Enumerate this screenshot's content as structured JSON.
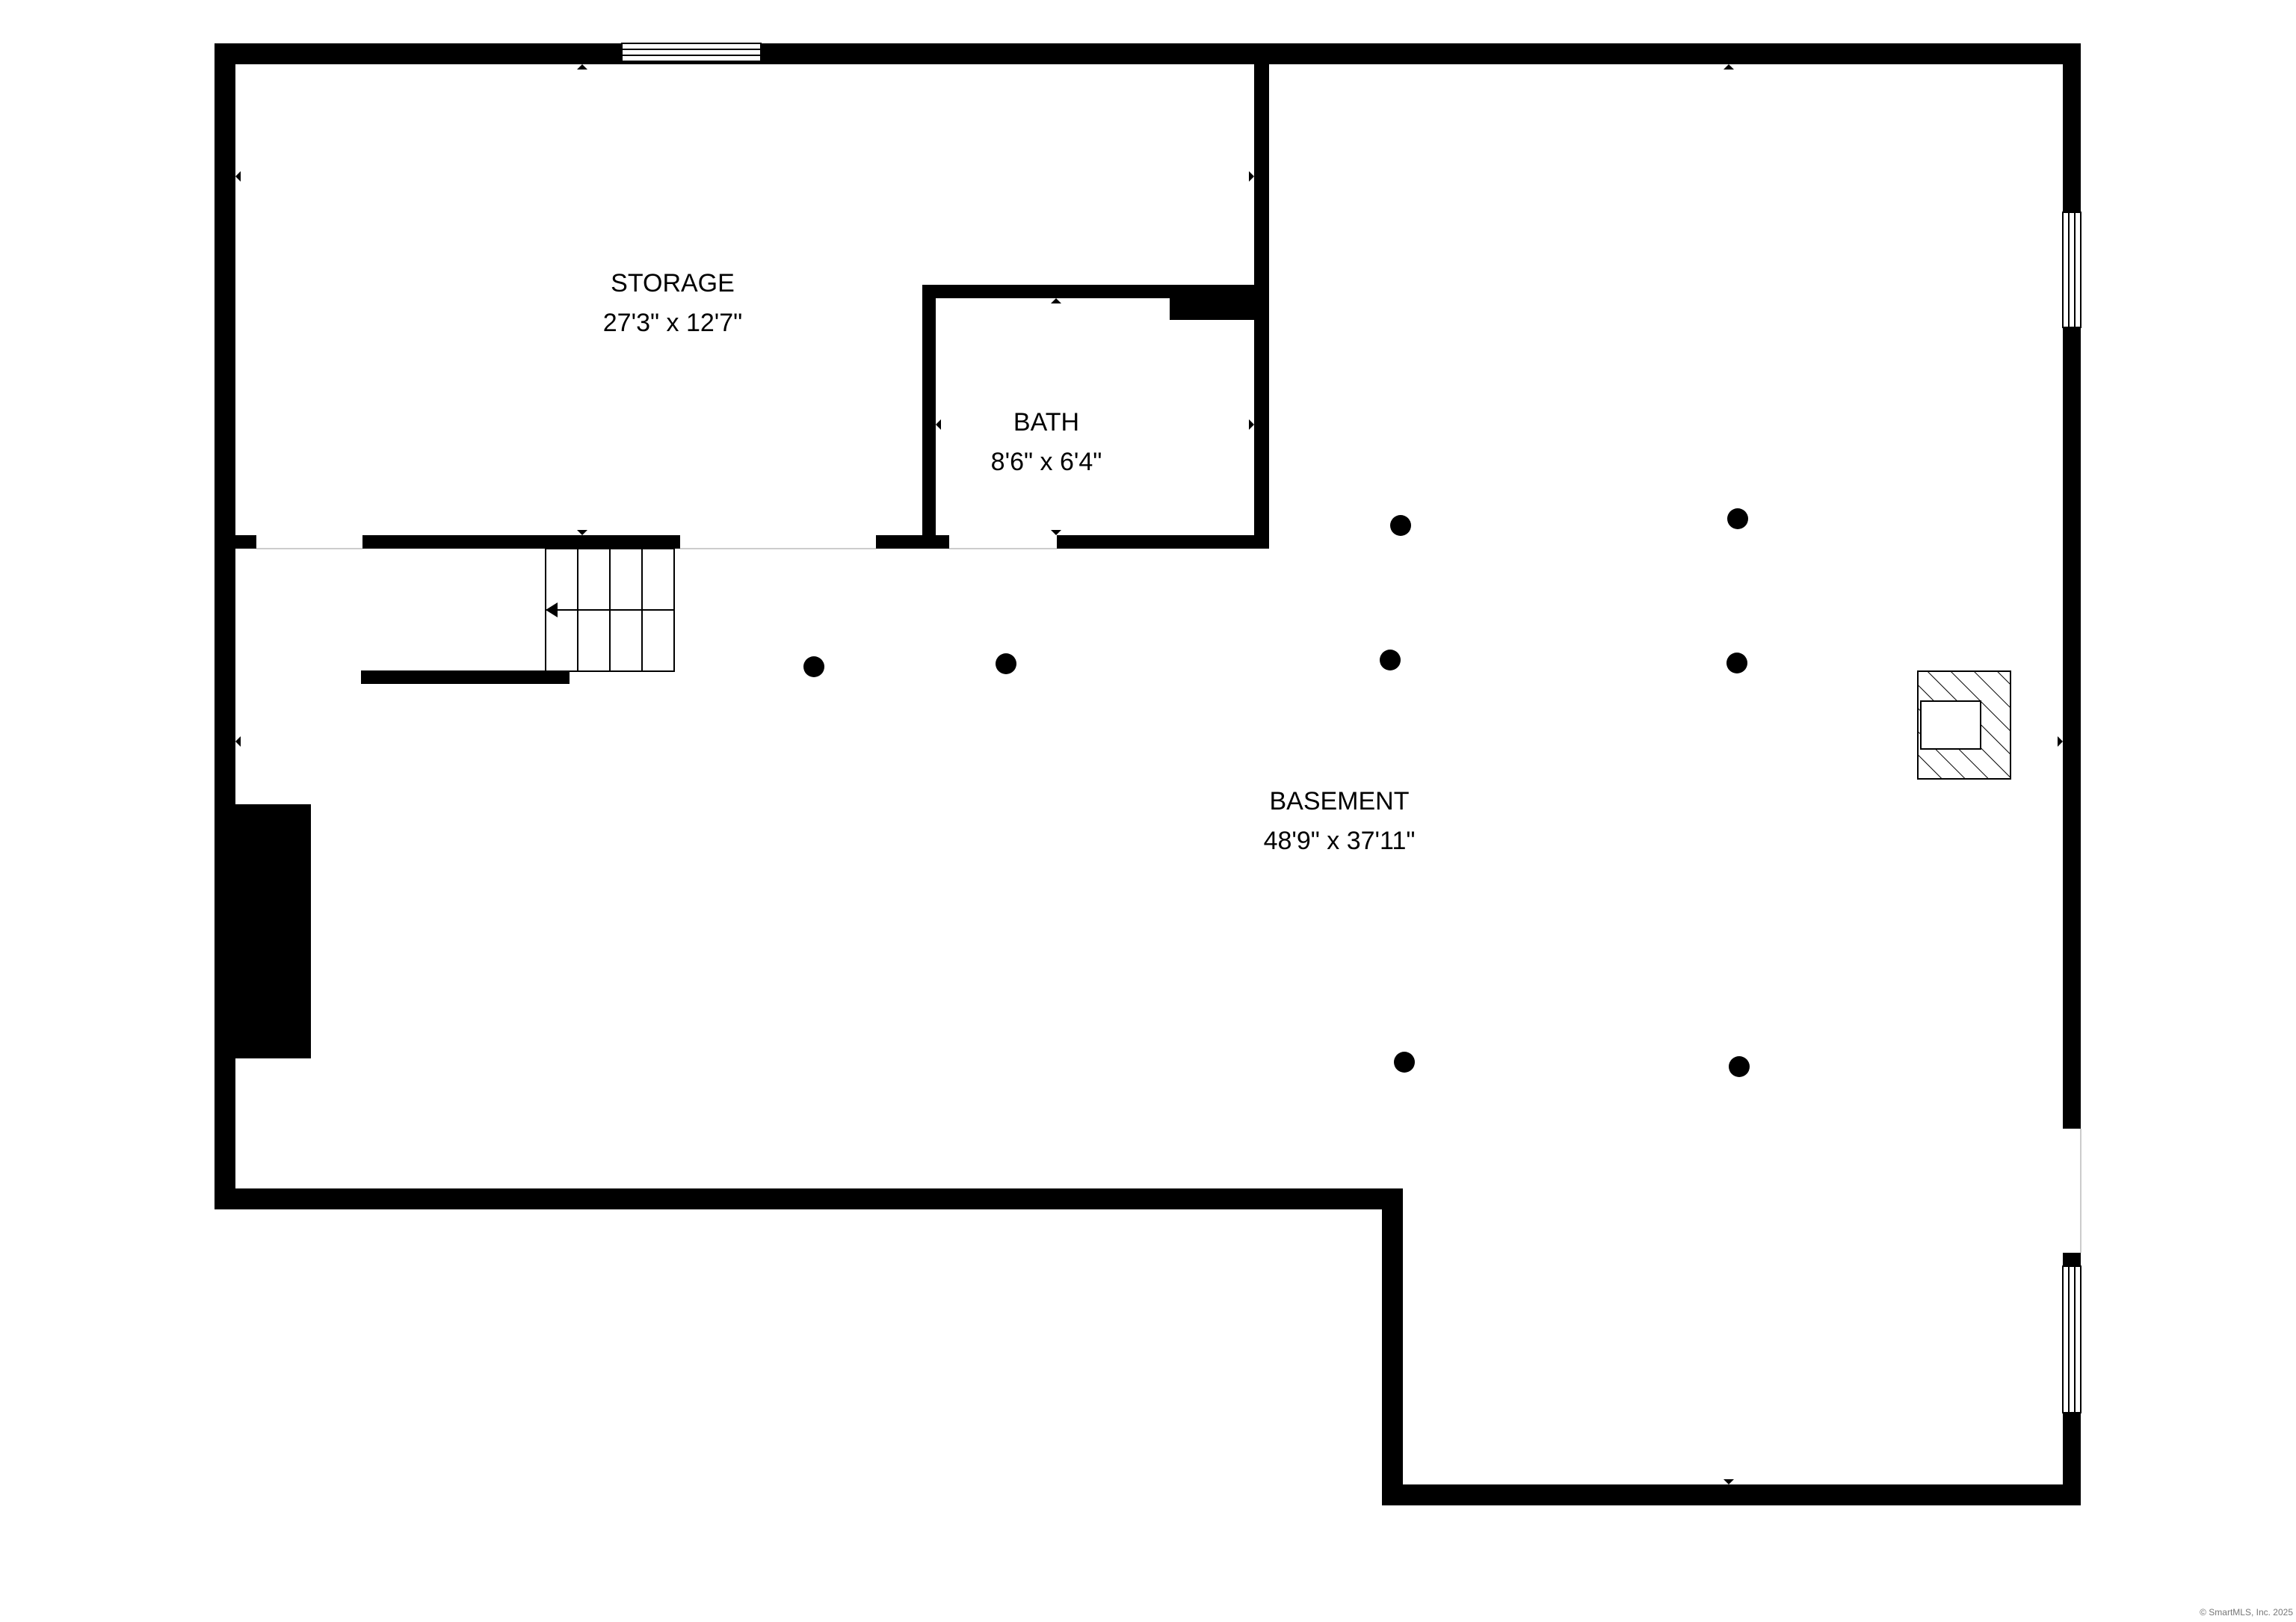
{
  "rooms": {
    "storage": {
      "name": "STORAGE",
      "dimensions": "27'3\" x 12'7\""
    },
    "bath": {
      "name": "BATH",
      "dimensions": "8'6\" x 6'4\""
    },
    "basement": {
      "name": "BASEMENT",
      "dimensions": "48'9\" x 37'11\""
    }
  },
  "credit": "© SmartMLS, Inc. 2025",
  "colors": {
    "wall": "#000000",
    "background": "#ffffff",
    "credit_text": "#777777"
  },
  "icons": [
    "stairs-icon",
    "chimney-icon",
    "window-icon",
    "support-post-icon",
    "dimension-tick-icon"
  ]
}
